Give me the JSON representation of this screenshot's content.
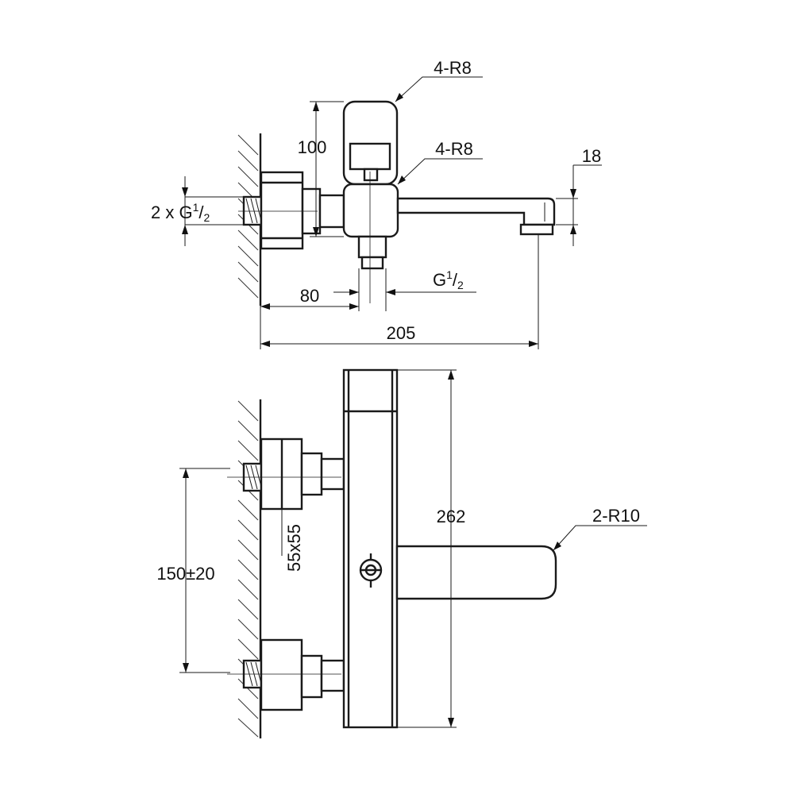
{
  "top_view": {
    "dim_top_radius": "4-R8",
    "dim_mid_radius": "4-R8",
    "dim_height": "100",
    "dim_spout_height": "18",
    "inlet_count_prefix": "2 x G",
    "inlet_frac_num": "1",
    "inlet_frac_sep": "/",
    "inlet_frac_den": "2",
    "outlet_prefix": "G",
    "outlet_frac_num": "1",
    "outlet_frac_sep": "/",
    "outlet_frac_den": "2",
    "dim_offset": "80",
    "dim_total_length": "205"
  },
  "front_view": {
    "dim_body_height": "262",
    "dim_spout_radius": "2-R10",
    "dim_center_distance": "150±20",
    "dim_flange_size": "55x55"
  }
}
